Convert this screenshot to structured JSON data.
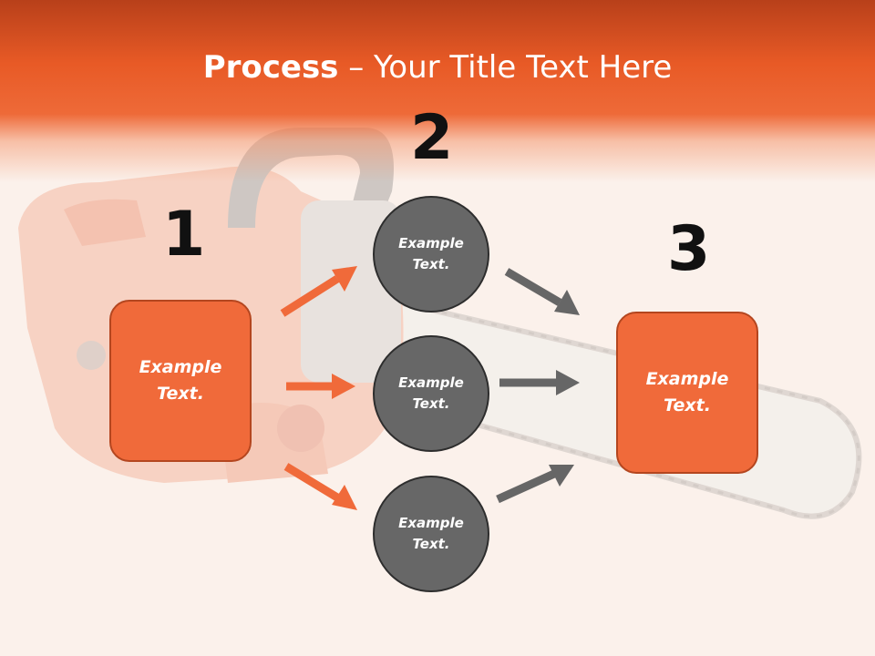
{
  "title": {
    "bold": "Process",
    "rest": " – Your Title Text Here"
  },
  "steps": {
    "one": {
      "number": "1",
      "text": "Example Text."
    },
    "two": {
      "number": "2",
      "texts": [
        "Example Text.",
        "Example Text.",
        "Example Text."
      ]
    },
    "three": {
      "number": "3",
      "text": "Example Text."
    }
  },
  "colors": {
    "header_orange": "#e85a26",
    "box_orange": "#f06a3a",
    "circle_gray": "#676767",
    "arrow_orange": "#f06a3a",
    "arrow_gray": "#666666"
  }
}
